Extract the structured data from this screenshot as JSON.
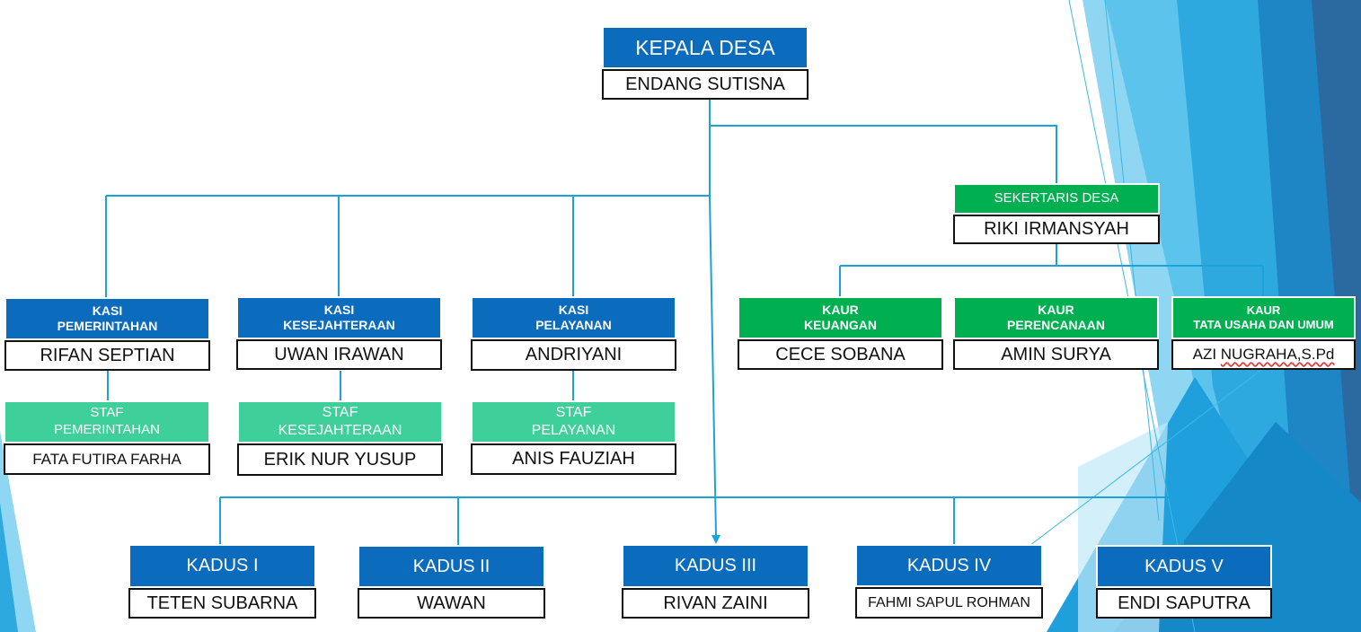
{
  "colors": {
    "kasi_blue": "#0b6bbd",
    "sekdes_green": "#00b050",
    "staff_green": "#3fcf9a",
    "connector": "#1ba3d9",
    "bg_accent": "#29abe2"
  },
  "kepala_desa": {
    "title": "KEPALA DESA",
    "name": "ENDANG SUTISNA"
  },
  "sekretaris": {
    "title": "SEKERTARIS DESA",
    "name": "RIKI IRMANSYAH"
  },
  "kasi": [
    {
      "title": "KASI\nPEMERINTAHAN",
      "name": "RIFAN SEPTIAN"
    },
    {
      "title": "KASI\nKESEJAHTERAAN",
      "name": "UWAN IRAWAN"
    },
    {
      "title": "KASI\nPELAYANAN",
      "name": "ANDRIYANI"
    }
  ],
  "staf": [
    {
      "title": "STAF\nPEMERINTAHAN",
      "name": "FATA FUTIRA FARHA"
    },
    {
      "title": "STAF\nKESEJAHTERAAN",
      "name": "ERIK NUR YUSUP"
    },
    {
      "title": "STAF\nPELAYANAN",
      "name": "ANIS FAUZIAH"
    }
  ],
  "kaur": [
    {
      "title": "KAUR\nKEUANGAN",
      "name": "CECE SOBANA"
    },
    {
      "title": "KAUR\nPERENCANAAN",
      "name": "AMIN SURYA"
    },
    {
      "title": "KAUR\nTATA USAHA DAN UMUM",
      "name_main": "AZI ",
      "name_squiggle": "NUGRAHA,S.Pd"
    }
  ],
  "kadus": [
    {
      "title": "KADUS I",
      "name": "TETEN SUBARNA"
    },
    {
      "title": "KADUS II",
      "name": "WAWAN"
    },
    {
      "title": "KADUS III",
      "name": "RIVAN ZAINI"
    },
    {
      "title": "KADUS IV",
      "name": "FAHMI SAPUL ROHMAN"
    },
    {
      "title": "KADUS V",
      "name": "ENDI SAPUTRA"
    }
  ]
}
